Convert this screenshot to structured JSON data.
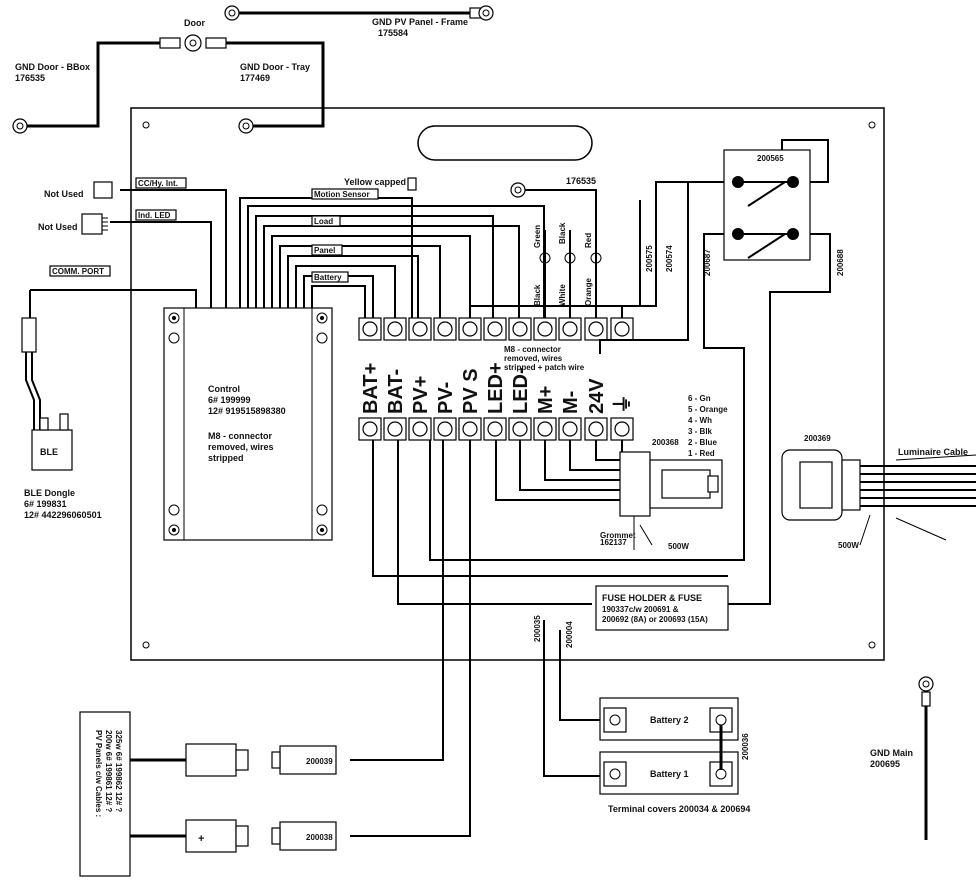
{
  "labels": {
    "gnd_pv_panel_frame": "GND PV Panel - Frame",
    "gnd_pv_panel_frame_id": "175584",
    "door": "Door",
    "gnd_door_bbox": "GND Door - BBox",
    "gnd_door_bbox_id": "176535",
    "gnd_door_tray": "GND Door - Tray",
    "gnd_door_tray_id": "177469",
    "cc_hy_int": "CC/Hy. Int.",
    "not_used_1": "Not Used",
    "not_used_2": "Not Used",
    "ind_led": "Ind. LED",
    "comm_port": "COMM. PORT",
    "yellow_capped": "Yellow capped",
    "motion_sensor": "Motion Sensor",
    "load": "Load",
    "panel": "Panel",
    "battery": "Battery",
    "ground_176535": "176535",
    "green": "Green",
    "black_top": "Black",
    "red": "Red",
    "black_bottom": "Black",
    "white": "White",
    "orange": "Orange",
    "switch_id": "200565",
    "w200575": "200575",
    "w200574": "200574",
    "w200687": "200687",
    "w200688": "200688",
    "m8_connector": [
      "M8 - connector",
      "removed, wires",
      "stripped + patch wire"
    ],
    "terminals": [
      "BAT+",
      "BAT-",
      "PV+",
      "PV-",
      "PV S",
      "LED+",
      "LED-",
      "M+",
      "M-",
      "24V",
      "⏚"
    ],
    "control": [
      "Control",
      "6# 199999",
      "12# 919515898380",
      "",
      "M8 - connector",
      "removed, wires",
      "stripped"
    ],
    "ble_box": "BLE",
    "ble_dongle": [
      "BLE Dongle",
      "6# 199831",
      "12# 442296060501"
    ],
    "pin_legend": [
      "6 - Gn",
      "5 - Orange",
      "4 - Wh",
      "3 - Blk",
      "2 - Blue",
      "1 - Red"
    ],
    "c200368": "200368",
    "c200369": "200369",
    "luminaire_cable": "Luminaire Cable",
    "grommet": [
      "Grommet",
      "162137"
    ],
    "s500w_1": "500W",
    "s500w_2": "500W",
    "fuse": [
      "FUSE HOLDER & FUSE",
      "190337c/w 200691 &",
      "200692 (8A) or 200693 (15A)"
    ],
    "w200035": "200035",
    "w200004": "200004",
    "w200036": "200036",
    "battery2": "Battery 2",
    "battery1": "Battery 1",
    "terminal_covers": "Terminal covers 200034 & 200694",
    "gnd_main": "GND Main",
    "gnd_main_id": "200695",
    "pv_panels": [
      "PV Panels c/w Cables :",
      "200w 6# 199861 12# ?",
      "325w 6# 199862 12# ?"
    ],
    "c200039": "200039",
    "c200038": "200038",
    "plus": "+"
  }
}
